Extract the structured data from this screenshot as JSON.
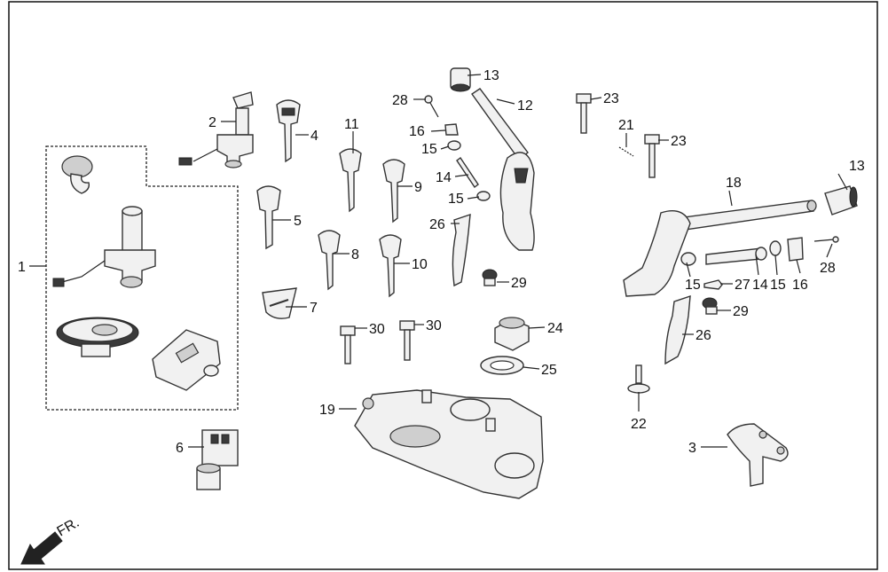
{
  "direction_label": "FR.",
  "callouts": {
    "c1": "1",
    "c2": "2",
    "c3": "3",
    "c4": "4",
    "c5": "5",
    "c6": "6",
    "c7": "7",
    "c8": "8",
    "c9": "9",
    "c10": "10",
    "c11": "11",
    "c12": "12",
    "c13a": "13",
    "c13b": "13",
    "c14a": "14",
    "c14b": "14",
    "c15a": "15",
    "c15b": "15",
    "c15c": "15",
    "c15d": "15",
    "c16a": "16",
    "c16b": "16",
    "c18": "18",
    "c19": "19",
    "c21": "21",
    "c22": "22",
    "c23a": "23",
    "c23b": "23",
    "c24": "24",
    "c25": "25",
    "c26a": "26",
    "c26b": "26",
    "c27": "27",
    "c28a": "28",
    "c28b": "28",
    "c29a": "29",
    "c29b": "29",
    "c30a": "30",
    "c30b": "30"
  }
}
